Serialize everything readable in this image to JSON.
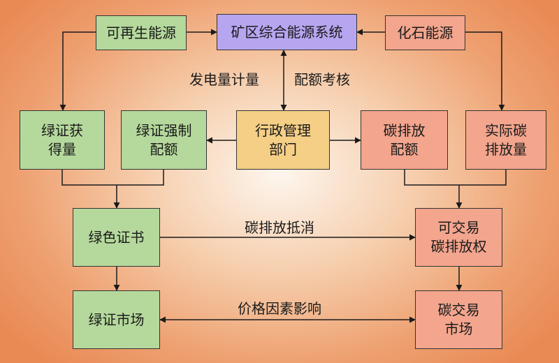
{
  "nodes": {
    "renewable": "可再生能源",
    "mine_system": "矿区综合能源系统",
    "fossil": "化石能源",
    "gc_obtained": "绿证获\n得量",
    "gc_quota": "绿证强制\n配额",
    "admin": "行政管理\n部门",
    "carbon_quota": "碳排放\n配额",
    "actual_carbon": "实际碳\n排放量",
    "green_cert": "绿色证书",
    "tradable_carbon": "可交易\n碳排放权",
    "gc_market": "绿证市场",
    "carbon_market": "碳交易\n市场"
  },
  "edge_labels": {
    "power_metering": "发电量计量",
    "quota_assessment": "配额考核",
    "carbon_offset": "碳排放抵消",
    "price_influence": "价格因素影响"
  },
  "colors": {
    "green": "#b5d99c",
    "red": "#f3a58d",
    "purple": "#b7a5f0",
    "yellow": "#f5cf86",
    "line": "#1a1a1a"
  }
}
